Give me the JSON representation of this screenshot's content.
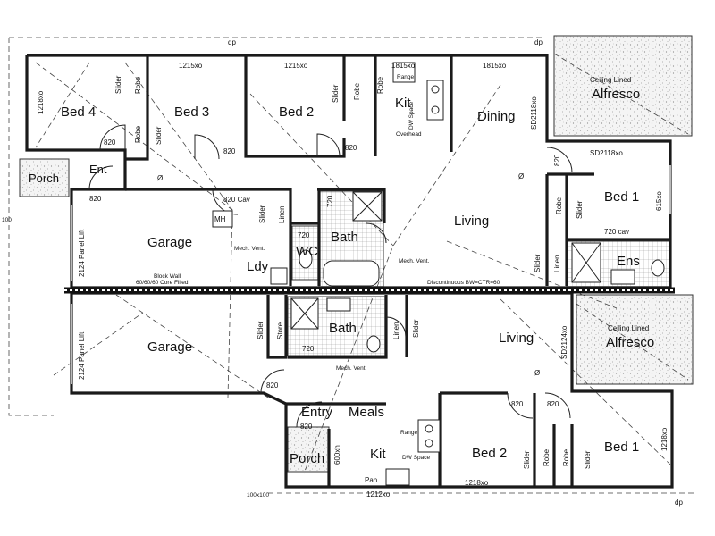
{
  "rooms": {
    "bed4": "Bed 4",
    "bed3": "Bed 3",
    "bed2_top": "Bed 2",
    "kit_top": "Kit",
    "dining": "Dining",
    "alfresco_top_line1": "Ceiling Lined",
    "alfresco_top_line2": "Alfresco",
    "bed1_top": "Bed 1",
    "porch_top": "Porch",
    "ent": "Ent",
    "garage_top": "Garage",
    "bath_top": "Bath",
    "wc": "WC",
    "ldy": "Ldy",
    "living_top": "Living",
    "ens": "Ens",
    "garage_bottom": "Garage",
    "bath_bottom": "Bath",
    "living_bottom": "Living",
    "alfresco_bottom_line1": "Ceiling Lined",
    "alfresco_bottom_line2": "Alfresco",
    "entry": "Entry",
    "meals": "Meals",
    "porch_bottom": "Porch",
    "kit_bottom": "Kit",
    "bed2_bottom": "Bed 2",
    "bed1_bottom": "Bed 1"
  },
  "labels": {
    "slider": "Slider",
    "robe": "Robe",
    "linen": "Linen",
    "store": "Store",
    "pan": "Pan",
    "range": "Range",
    "dw_space": "DW Space",
    "overhead": "Overhead",
    "mh": "MH",
    "mech_vent": "Mech. Vent.",
    "panel_lift": "2124 Panel Lift",
    "block_wall_1": "Block Wall",
    "block_wall_2": "60/60/60 Core Filled",
    "discontinuous": "Discontinuous BW=CTR=60",
    "dp": "dp",
    "phi": "Ø"
  },
  "dims": {
    "d1215a": "1215xo",
    "d1215b": "1215xo",
    "d1815a": "1815xo",
    "d1815b": "1815xo",
    "d1218a": "1218xo",
    "d1212": "1212xo",
    "d820": "820",
    "d720": "720",
    "d820cav": "820 Cav",
    "d720cav": "720 cav",
    "sd2118": "SD2118xo",
    "sd2124": "SD2124xo",
    "d615": "615xo",
    "d1218b": "1218xo",
    "d600h": "600xh",
    "d100": "100",
    "d100x100": "100x100"
  }
}
